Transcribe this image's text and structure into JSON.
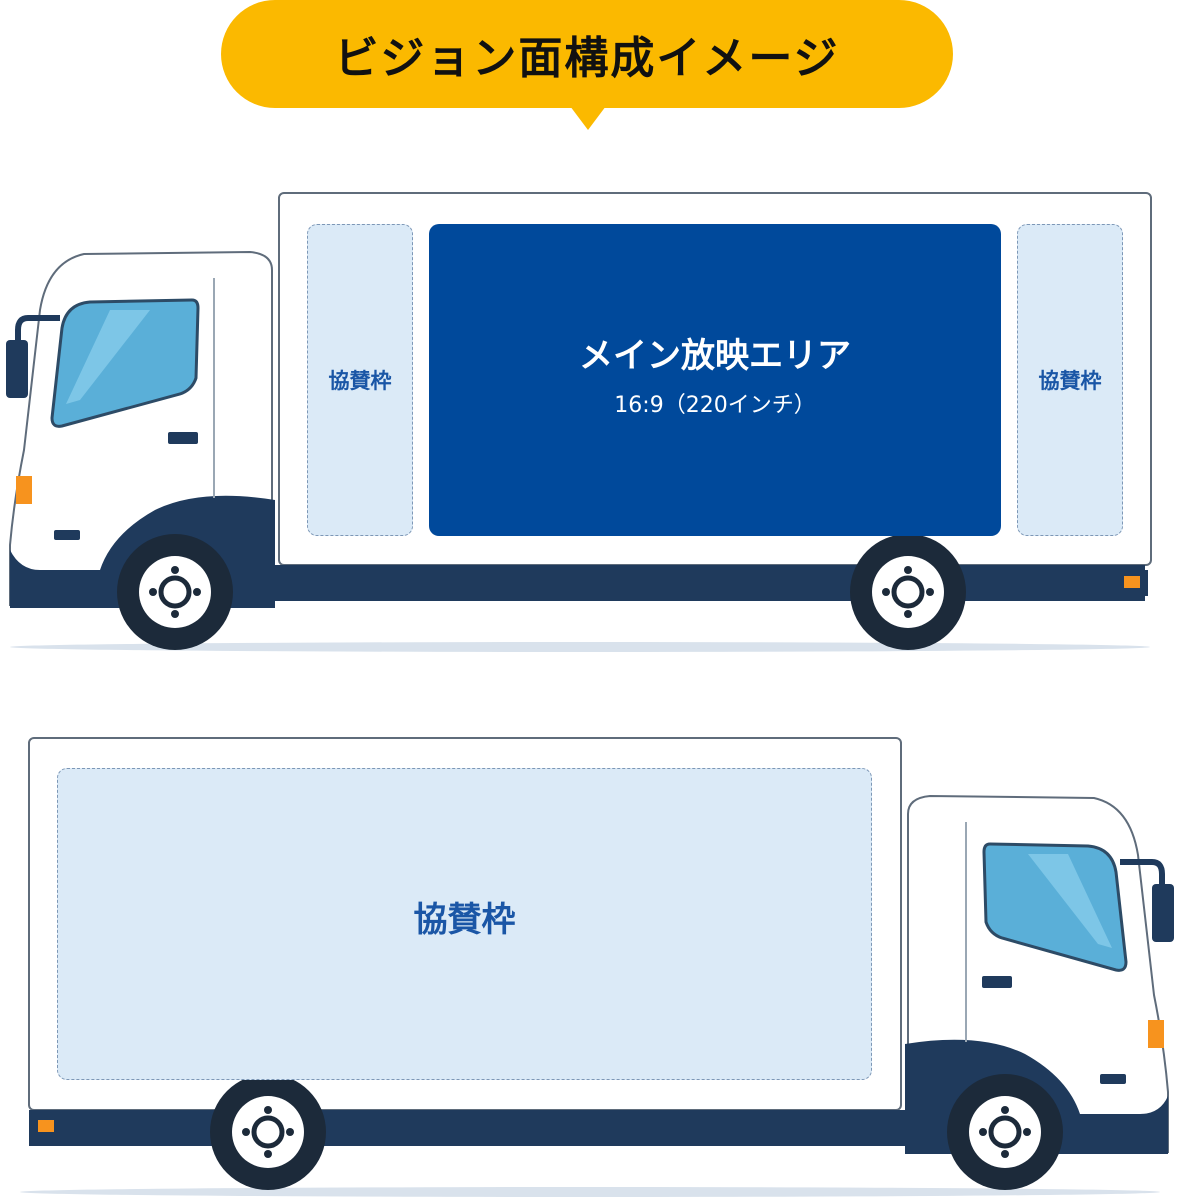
{
  "header": {
    "title": "ビジョン面構成イメージ"
  },
  "colors": {
    "balloon": "#fbb900",
    "main_area": "#00499b",
    "sponsor_area": "#dbeaf7",
    "sponsor_text": "#1a56a6",
    "chassis": "#1f3a5c",
    "window": "#5aafd8",
    "lamp": "#f7931e"
  },
  "truck_left_view": {
    "sponsor_left": {
      "label": "協賛枠"
    },
    "main_area": {
      "title": "メイン放映エリア",
      "subtitle": "16:9（220インチ）"
    },
    "sponsor_right": {
      "label": "協賛枠"
    }
  },
  "truck_right_view": {
    "sponsor_full": {
      "label": "協賛枠"
    }
  }
}
